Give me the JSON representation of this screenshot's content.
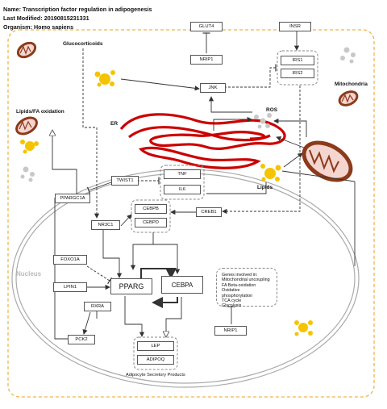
{
  "header": {
    "name": "Name: Transcription factor regulation in adipogenesis",
    "modified": "Last Modified: 20190815231331",
    "organism": "Organism: Homo sapiens"
  },
  "labels": {
    "glucocorticoids": "Glucocorticoids",
    "mitochondria": "Mitochondria",
    "lipids_fa": "Lipids/FA oxidation",
    "er": "ER",
    "ros": "ROS",
    "lipids": "Lipids",
    "nucleus": "Nucleus",
    "secretory": "Adipocyte Secretory Products"
  },
  "nodes": {
    "glut4": "GLUT4",
    "insr": "INSR",
    "nrip1_top": "NRIP1",
    "irs1": "IRS1",
    "irs2": "IRS2",
    "jnk": "JNK",
    "twist1": "TWIST1",
    "tnf": "TNF",
    "il6": "IL6",
    "ppargc1a": "PPARGC1A",
    "cebpb": "CEBPB",
    "cebpd": "CEBPD",
    "creb1": "CREB1",
    "nr3c1": "NR3C1",
    "foxo1a": "FOXO1A",
    "lpin1": "LPIN1",
    "pparg": "PPARG",
    "cebpa": "CEBPA",
    "rxra": "RXRA",
    "pck2": "PCK2",
    "lep": "LEP",
    "adipoq": "ADIPOQ",
    "nrip1_bottom": "NRIP1"
  },
  "genes_box": {
    "title": "Genes involved in:",
    "items": [
      "Mitochondrial uncoupling",
      "FA Beta-oxidation",
      "Oxidative phosphorylation",
      "TCA cycle",
      "Glycolysis"
    ]
  },
  "colors": {
    "cell_border": "#f0b54a",
    "er": "#cc0000",
    "lipid": "#f5c400",
    "mito_outer": "#8b3a1a",
    "mito_inner": "#f5d5cf",
    "ros": "#c8c8c8",
    "nucleus_border": "#aaaaaa"
  }
}
